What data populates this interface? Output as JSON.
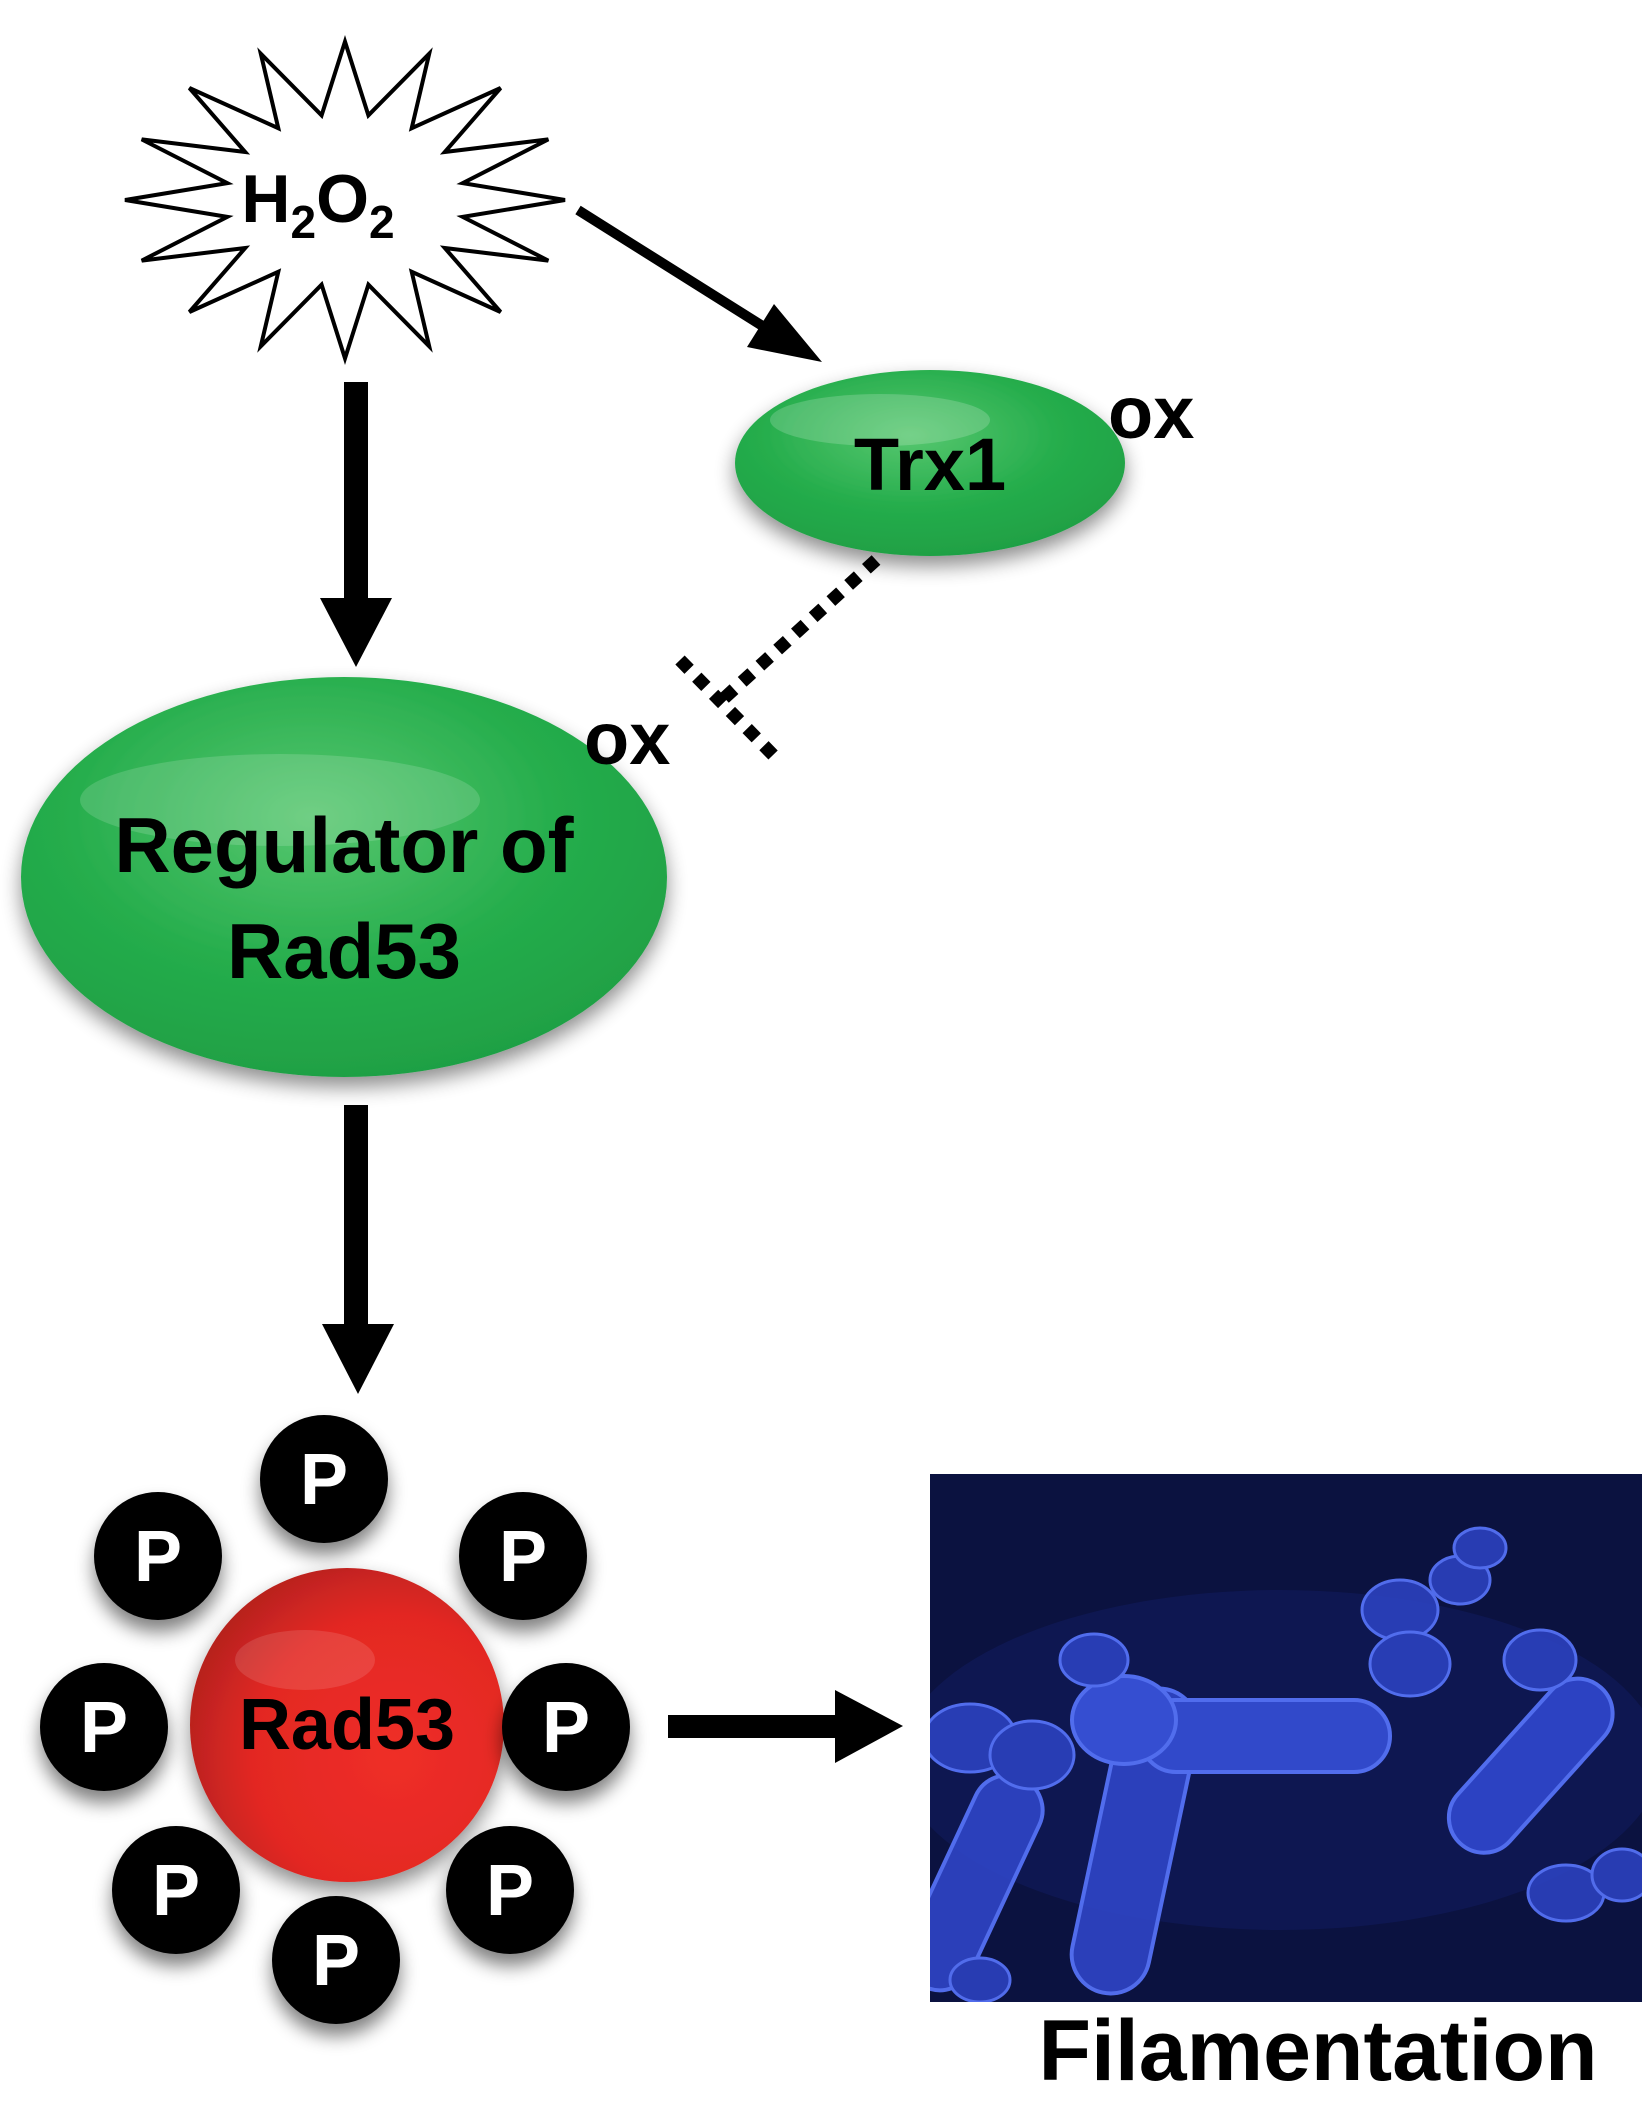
{
  "nodes": {
    "h2o2": {
      "base1": "H",
      "sub1": "2",
      "base2": "O",
      "sub2": "2"
    },
    "trx1": {
      "label": "Trx1",
      "state": "ox"
    },
    "regulator": {
      "line1": "Regulator of",
      "line2": "Rad53",
      "state": "ox"
    },
    "rad53": {
      "label": "Rad53",
      "phospho_label": "P",
      "phospho_count": 8
    },
    "filamentation": {
      "caption": "Filamentation"
    }
  },
  "colors": {
    "green": "#2bb04f",
    "red": "#e02a26",
    "black": "#000000",
    "micro_bg": "#0b1240",
    "micro_cell": "#3b55e8"
  }
}
